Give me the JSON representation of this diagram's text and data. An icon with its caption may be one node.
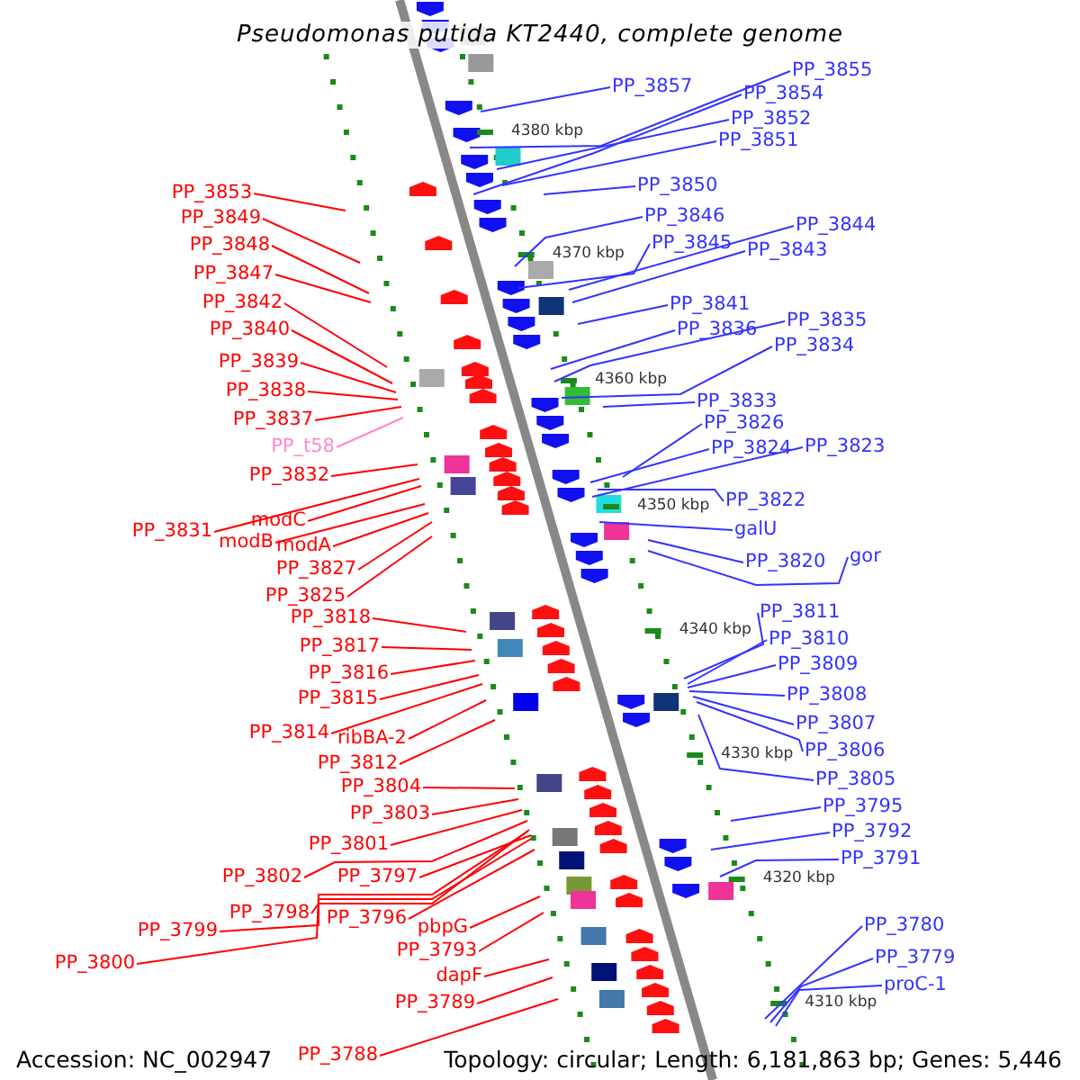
{
  "diagram": {
    "title": "Pseudomonas putida KT2440, complete genome",
    "nodes": [
      {
        "text": [
          "PP_3855"
        ]
      },
      {
        "text": [
          "PP_3857"
        ]
      },
      {
        "text": [
          "PP_3854"
        ]
      },
      {
        "text": [
          "PP_3852"
        ]
      },
      {
        "text": [
          "PP_3851"
        ]
      },
      {
        "text": [
          "PP_3850"
        ]
      },
      {
        "text": [
          "PP_3853"
        ]
      },
      {
        "text": [
          "PP_3846"
        ]
      },
      {
        "text": [
          "PP_3849"
        ]
      },
      {
        "text": [
          "PP_3844"
        ]
      },
      {
        "text": [
          "PP_3845"
        ]
      },
      {
        "text": [
          "PP_3848"
        ]
      },
      {
        "text": [
          "PP_3843"
        ]
      },
      {
        "text": [
          "PP_3847"
        ]
      },
      {
        "text": [
          "PP_3842"
        ]
      },
      {
        "text": [
          "PP_3841"
        ]
      },
      {
        "text": [
          "PP_3835"
        ]
      },
      {
        "text": [
          "PP_3840"
        ]
      },
      {
        "text": [
          "PP_3836"
        ]
      },
      {
        "text": [
          "PP_3834"
        ]
      },
      {
        "text": [
          "PP_3839"
        ]
      },
      {
        "text": [
          "PP_3838"
        ]
      },
      {
        "text": [
          "PP_3833"
        ]
      },
      {
        "text": [
          "PP_3837"
        ]
      },
      {
        "text": [
          "PP_3826"
        ]
      },
      {
        "text": [
          "PP_t58"
        ]
      },
      {
        "text": [
          "PP_3823"
        ]
      },
      {
        "text": [
          "PP_3824"
        ]
      },
      {
        "text": [
          "PP_3832"
        ]
      },
      {
        "text": [
          "PP_3822"
        ]
      },
      {
        "text": [
          "modC"
        ]
      },
      {
        "text": [
          "galU"
        ]
      },
      {
        "text": [
          "PP_3831"
        ]
      },
      {
        "text": [
          "modB"
        ]
      },
      {
        "text": [
          "modA"
        ]
      },
      {
        "text": [
          "gor"
        ]
      },
      {
        "text": [
          "PP_3820"
        ]
      },
      {
        "text": [
          "PP_3827"
        ]
      },
      {
        "text": [
          "PP_3825"
        ]
      },
      {
        "text": [
          "PP_3811"
        ]
      },
      {
        "text": [
          "PP_3818"
        ]
      },
      {
        "text": [
          "PP_3810"
        ]
      },
      {
        "text": [
          "PP_3817"
        ]
      },
      {
        "text": [
          "PP_3809"
        ]
      },
      {
        "text": [
          "PP_3816"
        ]
      },
      {
        "text": [
          "PP_3808"
        ]
      },
      {
        "text": [
          "PP_3815"
        ]
      },
      {
        "text": [
          "PP_3807"
        ]
      },
      {
        "text": [
          "PP_3814"
        ]
      },
      {
        "text": [
          "ribBA-2"
        ]
      },
      {
        "text": [
          "PP_3806"
        ]
      },
      {
        "text": [
          "PP_3812"
        ]
      },
      {
        "text": [
          "PP_3805"
        ]
      },
      {
        "text": [
          "PP_3804"
        ]
      },
      {
        "text": [
          "PP_3795"
        ]
      },
      {
        "text": [
          "PP_3803"
        ]
      },
      {
        "text": [
          "PP_3792"
        ]
      },
      {
        "text": [
          "PP_3791"
        ]
      },
      {
        "text": [
          "PP_3801"
        ]
      },
      {
        "text": [
          "PP_3802"
        ]
      },
      {
        "text": [
          "PP_3797"
        ]
      },
      {
        "text": [
          "PP_3798"
        ]
      },
      {
        "text": [
          "PP_3796"
        ]
      },
      {
        "text": [
          "pbpG"
        ]
      },
      {
        "text": [
          "PP_3780"
        ]
      },
      {
        "text": [
          "PP_3799"
        ]
      },
      {
        "text": [
          "PP_3793"
        ]
      },
      {
        "text": [
          "PP_3800"
        ]
      },
      {
        "text": [
          "PP_3779"
        ]
      },
      {
        "text": [
          "dapF"
        ]
      },
      {
        "text": [
          "proC-1"
        ]
      },
      {
        "text": [
          "PP_3789"
        ]
      },
      {
        "text": [
          "PP_3788"
        ]
      }
    ],
    "edges": [
      {
        "from": 0,
        "to": null,
        "arrow": "none",
        "color": "#3333ff"
      },
      {
        "from": 1,
        "to": null,
        "arrow": "none",
        "color": "#3333ff"
      },
      {
        "from": 2,
        "to": null,
        "arrow": "none",
        "color": "#3333ff"
      },
      {
        "from": 3,
        "to": null,
        "arrow": "none",
        "color": "#3333ff"
      },
      {
        "from": 4,
        "to": null,
        "arrow": "none",
        "color": "#3333ff"
      },
      {
        "from": 5,
        "to": null,
        "arrow": "none",
        "color": "#3333ff"
      },
      {
        "from": 6,
        "to": null,
        "arrow": "none"
      },
      {
        "from": 7,
        "to": null,
        "arrow": "none",
        "color": "#3333ff"
      },
      {
        "from": 8,
        "to": null,
        "arrow": "none"
      },
      {
        "from": 9,
        "to": null,
        "arrow": "none",
        "color": "#3333ff"
      },
      {
        "from": 10,
        "to": null,
        "arrow": "none",
        "color": "#3333ff"
      },
      {
        "from": 11,
        "to": null,
        "arrow": "none"
      },
      {
        "from": 12,
        "to": null,
        "arrow": "none",
        "color": "#3333ff"
      },
      {
        "from": 13,
        "to": null,
        "arrow": "none"
      },
      {
        "from": 14,
        "to": null,
        "arrow": "none"
      },
      {
        "from": 15,
        "to": null,
        "arrow": "none",
        "color": "#3333ff"
      },
      {
        "from": 16,
        "to": null,
        "arrow": "none",
        "color": "#3333ff"
      },
      {
        "from": 17,
        "to": null,
        "arrow": "none"
      },
      {
        "from": 18,
        "to": null,
        "arrow": "none",
        "color": "#3333ff"
      },
      {
        "from": 19,
        "to": null,
        "arrow": "none",
        "color": "#3333ff"
      },
      {
        "from": 20,
        "to": null,
        "arrow": "none"
      },
      {
        "from": 21,
        "to": null,
        "arrow": "none"
      },
      {
        "from": 22,
        "to": null,
        "arrow": "none",
        "color": "#3333ff"
      },
      {
        "from": 23,
        "to": null,
        "arrow": "none"
      },
      {
        "from": 24,
        "to": null,
        "arrow": "none",
        "color": "#3333ff"
      },
      {
        "from": 25,
        "to": null,
        "arrow": "none",
        "color": "#ff88cc"
      },
      {
        "from": 26,
        "to": null,
        "arrow": "none",
        "color": "#3333ff"
      },
      {
        "from": 27,
        "to": null,
        "arrow": "none",
        "color": "#3333ff"
      },
      {
        "from": 28,
        "to": null,
        "arrow": "none"
      },
      {
        "from": 29,
        "to": null,
        "arrow": "none",
        "color": "#3333ff"
      },
      {
        "from": 30,
        "to": null,
        "arrow": "none"
      },
      {
        "from": 31,
        "to": null,
        "arrow": "none",
        "color": "#3333ff"
      },
      {
        "from": 32,
        "to": null,
        "arrow": "none"
      },
      {
        "from": 33,
        "to": null,
        "arrow": "none"
      },
      {
        "from": 34,
        "to": null,
        "arrow": "none"
      },
      {
        "from": 35,
        "to": null,
        "arrow": "none",
        "color": "#3333ff"
      },
      {
        "from": 36,
        "to": null,
        "arrow": "none",
        "color": "#3333ff"
      },
      {
        "from": 37,
        "to": null,
        "arrow": "none"
      },
      {
        "from": 38,
        "to": null,
        "arrow": "none"
      },
      {
        "from": 39,
        "to": null,
        "arrow": "none",
        "color": "#3333ff"
      },
      {
        "from": 40,
        "to": null,
        "arrow": "none"
      },
      {
        "from": 41,
        "to": null,
        "arrow": "none",
        "color": "#3333ff"
      },
      {
        "from": 42,
        "to": null,
        "arrow": "none"
      },
      {
        "from": 43,
        "to": null,
        "arrow": "none",
        "color": "#3333ff"
      },
      {
        "from": 44,
        "to": null,
        "arrow": "none"
      },
      {
        "from": 45,
        "to": null,
        "arrow": "none",
        "color": "#3333ff"
      },
      {
        "from": 46,
        "to": null,
        "arrow": "none"
      },
      {
        "from": 47,
        "to": null,
        "arrow": "none",
        "color": "#3333ff"
      },
      {
        "from": 48,
        "to": null,
        "arrow": "none"
      },
      {
        "from": 49,
        "to": null,
        "arrow": "none"
      },
      {
        "from": 50,
        "to": null,
        "arrow": "none",
        "color": "#3333ff"
      },
      {
        "from": 51,
        "to": null,
        "arrow": "none"
      },
      {
        "from": 52,
        "to": null,
        "arrow": "none",
        "color": "#3333ff"
      },
      {
        "from": 53,
        "to": null,
        "arrow": "none"
      },
      {
        "from": 54,
        "to": null,
        "arrow": "none",
        "color": "#3333ff"
      },
      {
        "from": 55,
        "to": null,
        "arrow": "none"
      },
      {
        "from": 56,
        "to": null,
        "arrow": "none",
        "color": "#3333ff"
      },
      {
        "from": 57,
        "to": null,
        "arrow": "none",
        "color": "#3333ff"
      },
      {
        "from": 58,
        "to": null,
        "arrow": "none"
      },
      {
        "from": 59,
        "to": null,
        "arrow": "none"
      },
      {
        "from": 60,
        "to": null,
        "arrow": "none"
      },
      {
        "from": 61,
        "to": null,
        "arrow": "none"
      },
      {
        "from": 62,
        "to": null,
        "arrow": "none"
      },
      {
        "from": 63,
        "to": null,
        "arrow": "none"
      },
      {
        "from": 64,
        "to": null,
        "arrow": "none",
        "color": "#3333ff"
      },
      {
        "from": 65,
        "to": null,
        "arrow": "none"
      },
      {
        "from": 66,
        "to": null,
        "arrow": "none"
      },
      {
        "from": 67,
        "to": null,
        "arrow": "none"
      },
      {
        "from": 68,
        "to": null,
        "arrow": "none",
        "color": "#3333ff"
      },
      {
        "from": 69,
        "to": null,
        "arrow": "none"
      },
      {
        "from": 70,
        "to": null,
        "arrow": "none",
        "color": "#3333ff"
      },
      {
        "from": 71,
        "to": null,
        "arrow": "none"
      },
      {
        "from": 72,
        "to": null,
        "arrow": "none"
      }
    ],
    "labels": [
      "4380 kbp",
      "4370 kbp",
      "4360 kbp",
      "4350 kbp",
      "4340 kbp",
      "4330 kbp",
      "4320 kbp",
      "4310 kbp",
      "Accession: NC_002947",
      "Topology: circular; Length: 6,181,863 bp; Genes: 5,446"
    ]
  }
}
